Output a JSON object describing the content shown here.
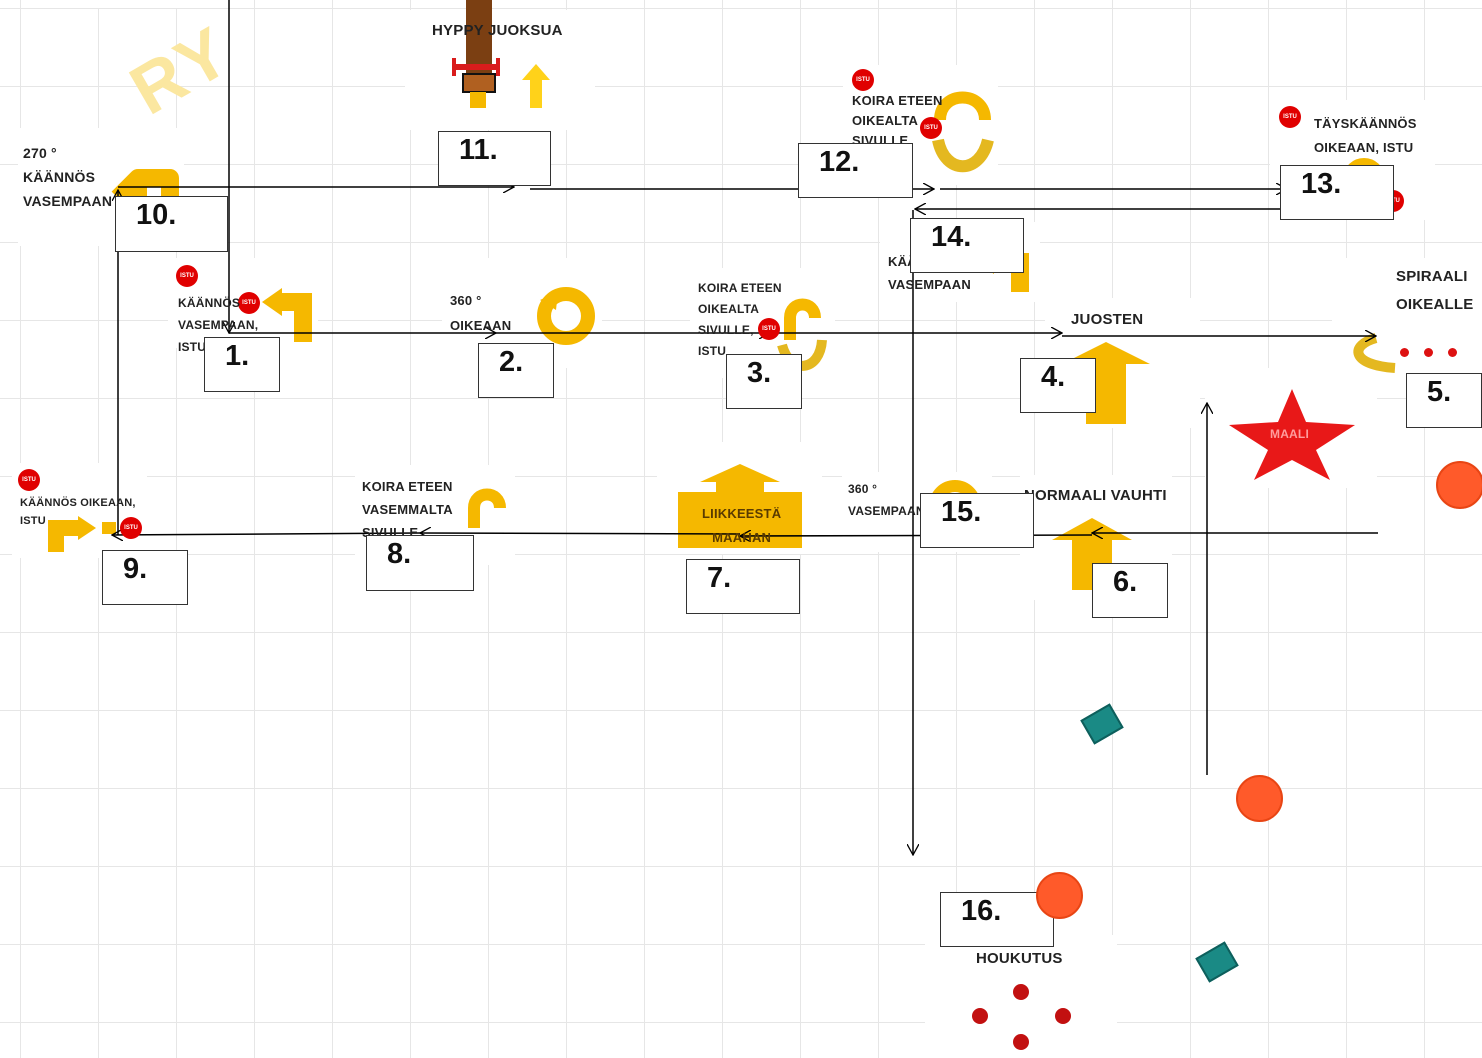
{
  "stations": {
    "s1": {
      "label": "KÄÄNNÖS\nVASEMPAAN,\nISTU",
      "num": "1."
    },
    "s2": {
      "label": "360 °\nOIKEAAN",
      "num": "2."
    },
    "s3": {
      "label": "KOIRA ETEEN\nOIKEALTA\nSIVULLE,\nISTU",
      "num": "3."
    },
    "s4": {
      "label": "JUOSTEN",
      "num": "4."
    },
    "s5": {
      "label": "SPIRAALI\nOIKEALLE",
      "num": "5."
    },
    "s6": {
      "label": "NORMAALI VAUHTI",
      "num": "6."
    },
    "s7": {
      "label": "LIIKKEESTÄ\nMAAHAN",
      "num": "7."
    },
    "s8": {
      "label": "KOIRA ETEEN\nVASEMMALTA\nSIVULLE",
      "num": "8."
    },
    "s9": {
      "label": "KÄÄNNÖS OIKEAAN,\nISTU",
      "num": "9."
    },
    "s10": {
      "label": "270 °\nKÄÄNNÖS\nVASEMPAAN",
      "num": "10."
    },
    "s11": {
      "label": "HYPPY JUOKSUA",
      "num": "11."
    },
    "s12": {
      "label": "KOIRA ETEEN\nOIKEALTA\nSIVULLE,\nISTU",
      "num": "12."
    },
    "s13": {
      "label": "TÄYSKÄÄNNÖS\nOIKEAAN, ISTU",
      "num": "13."
    },
    "s14": {
      "label": "KÄÄNNÖS\nVASEMPAAN",
      "num": "14."
    },
    "s15": {
      "label": "360 °\nVASEMPAAN",
      "num": "15."
    },
    "s16": {
      "label": "HOUKUTUS",
      "num": "16."
    }
  },
  "finish_label": "MAALI",
  "stop_sign_text": "ISTU",
  "watermark_text": "RY",
  "colors": {
    "sign_yellow": "#f5b800",
    "arrow_yellow": "#ffd21a",
    "stop_red": "#e00000",
    "finish_red": "#e81818",
    "cone_orange": "#ff5a2a",
    "tile_teal": "#1a8a85",
    "jump_brown": "#7b3f12"
  }
}
